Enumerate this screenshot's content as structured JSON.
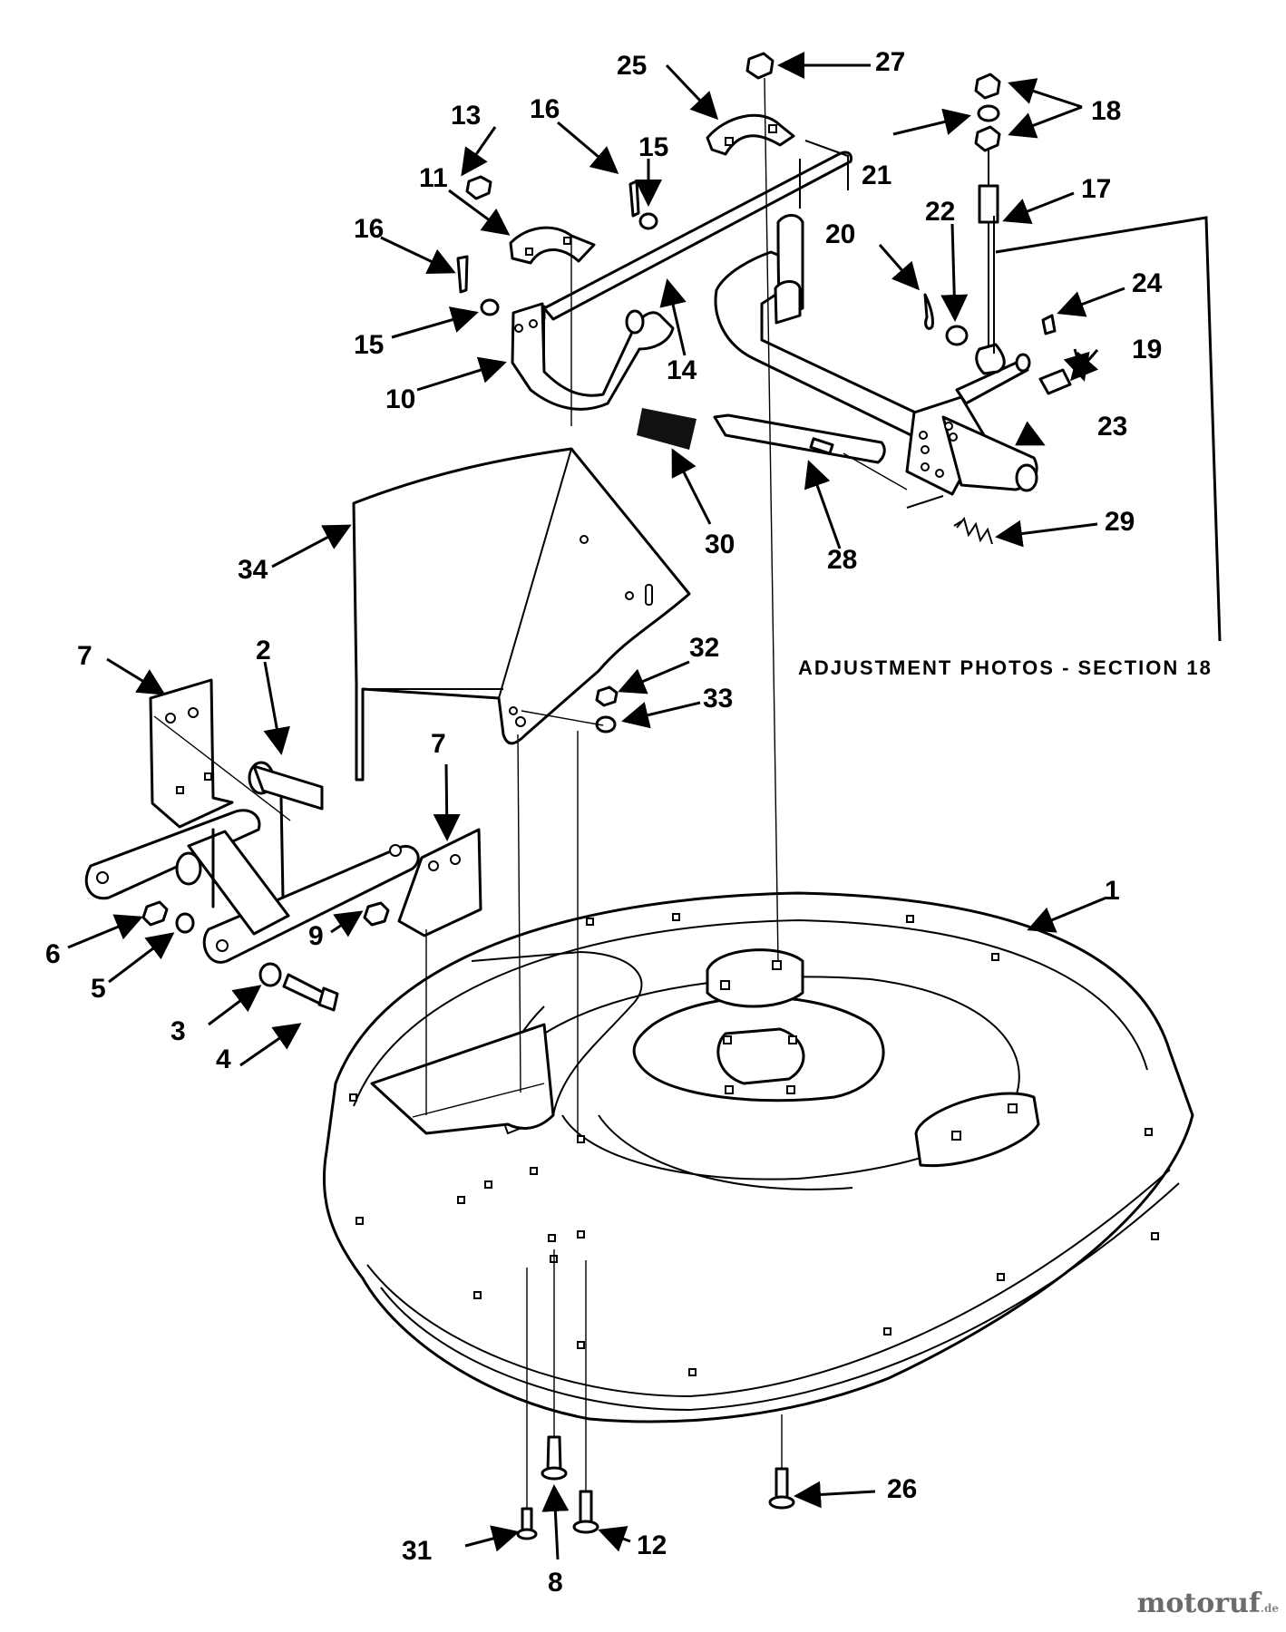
{
  "callouts": {
    "c1": "1",
    "c2": "2",
    "c3": "3",
    "c4": "4",
    "c5": "5",
    "c6": "6",
    "c7a": "7",
    "c7b": "7",
    "c8": "8",
    "c9": "9",
    "c10": "10",
    "c11": "11",
    "c12": "12",
    "c13": "13",
    "c14": "14",
    "c15a": "15",
    "c15b": "15",
    "c16a": "16",
    "c16b": "16",
    "c17": "17",
    "c18": "18",
    "c19": "19",
    "c20": "20",
    "c21": "21",
    "c22": "22",
    "c23": "23",
    "c24": "24",
    "c25": "25",
    "c26": "26",
    "c27": "27",
    "c28": "28",
    "c29": "29",
    "c30": "30",
    "c31": "31",
    "c32": "32",
    "c33": "33",
    "c34": "34"
  },
  "note": "ADJUSTMENT PHOTOS - SECTION 18",
  "watermark": {
    "brand": "motoruf",
    "suffix": ".de"
  },
  "colors": {
    "line": "#000000",
    "background": "#ffffff",
    "watermark": "#6b6b6b"
  }
}
